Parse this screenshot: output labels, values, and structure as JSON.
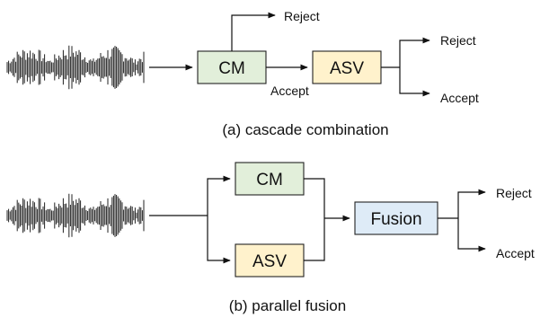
{
  "colors": {
    "cm_fill": "#e2efda",
    "asv_fill": "#fff2cc",
    "fusion_fill": "#deebf7",
    "line": "#111111"
  },
  "panel_a": {
    "caption": "(a) cascade combination",
    "cm_label": "CM",
    "asv_label": "ASV",
    "cm_reject": "Reject",
    "cm_accept": "Accept",
    "asv_reject": "Reject",
    "asv_accept": "Accept"
  },
  "panel_b": {
    "caption": "(b) parallel fusion",
    "cm_label": "CM",
    "asv_label": "ASV",
    "fusion_label": "Fusion",
    "reject": "Reject",
    "accept": "Accept"
  },
  "icons": [
    "waveform-icon",
    "waveform-icon"
  ]
}
